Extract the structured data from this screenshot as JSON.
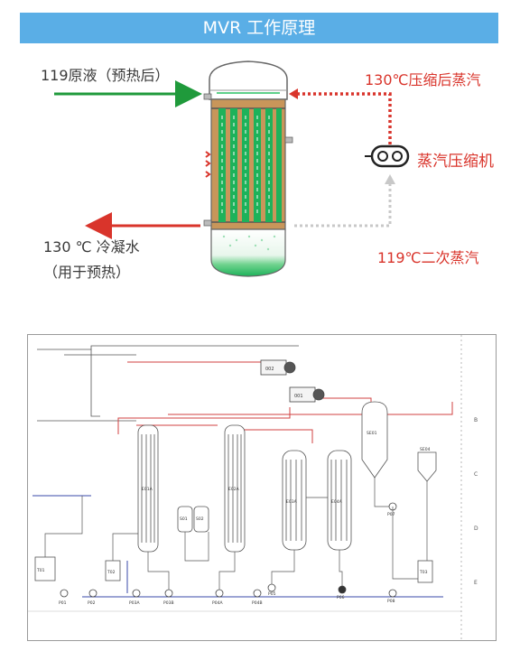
{
  "header": {
    "title": "MVR 工作原理"
  },
  "labels": {
    "feed": "119原液（预热后）",
    "steam_out": "130℃压缩后蒸汽",
    "compressor": "蒸汽压缩机",
    "condensate": "130 ℃ 冷凝水",
    "condensate_use": "（用于预热）",
    "secondary_steam": "119℃二次蒸汽"
  },
  "colors": {
    "title_bg": "#5aaee6",
    "tube_green": "#1db25a",
    "shell_tan": "#c8965a",
    "arrow_green": "#1f9a3b",
    "arrow_red": "#d9342b",
    "dotted_red": "#d9342b",
    "dotted_grey": "#c8c8c8",
    "schematic_red": "#d04040",
    "schematic_blue": "#3a4aa8"
  },
  "schematic": {
    "equipment_labels": [
      "002",
      "001",
      "E01A",
      "E02A",
      "S01",
      "S02",
      "E03A",
      "E04A",
      "SE01",
      "SE04",
      "P01",
      "P02",
      "P03A",
      "P03B",
      "P04A",
      "P04B",
      "P05",
      "P06",
      "P07",
      "P08",
      "T01",
      "T03",
      "T02"
    ],
    "row_letters": [
      "B",
      "C",
      "D",
      "E"
    ]
  }
}
